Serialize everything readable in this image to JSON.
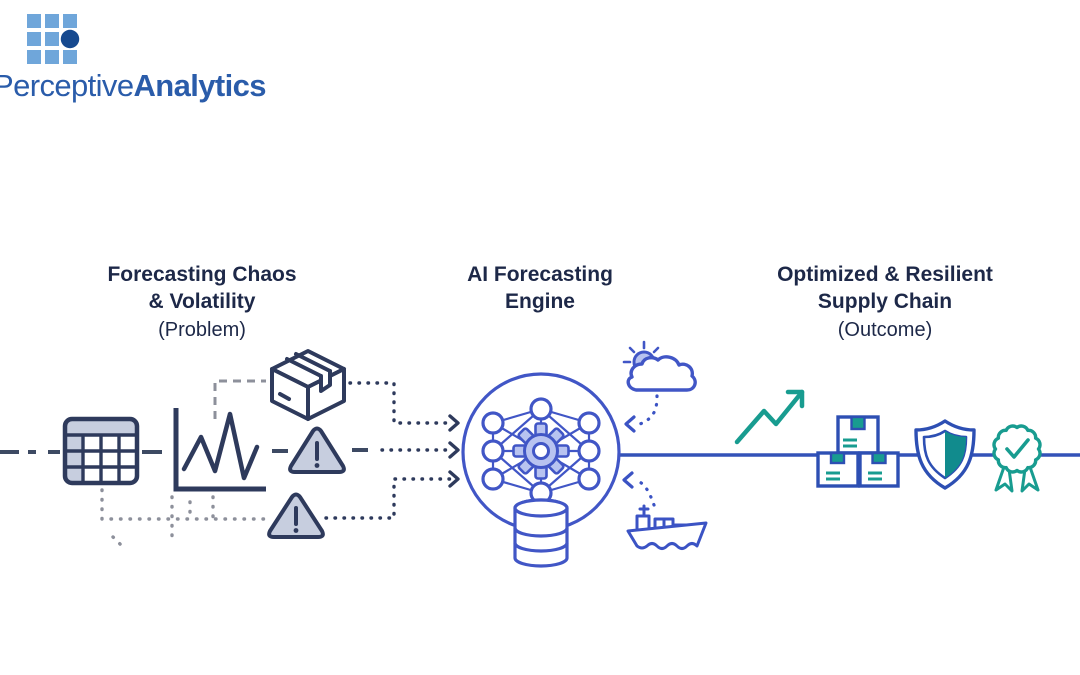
{
  "logo": {
    "brand_light": "Perceptive",
    "brand_bold": "Analytics"
  },
  "stages": {
    "problem": {
      "line1": "Forecasting Chaos",
      "line2": "& Volatility",
      "subtitle": "(Problem)"
    },
    "engine": {
      "line1": "AI Forecasting",
      "line2": "Engine"
    },
    "outcome": {
      "line1": "Optimized & Resilient",
      "line2": "Supply Chain",
      "subtitle": "(Outcome)"
    }
  },
  "icons": {
    "problem": [
      "data-table-icon",
      "volatility-line-chart-icon",
      "package-box-icon",
      "warning-triangle-icon",
      "warning-triangle-icon"
    ],
    "engine": [
      "neural-network-icon",
      "gear-icon",
      "database-icon"
    ],
    "external_inputs": [
      "sun-cloud-weather-icon",
      "cargo-ship-icon"
    ],
    "outcome": [
      "growth-trend-arrow-icon",
      "stacked-boxes-icon",
      "shield-icon",
      "award-ribbon-badge-icon"
    ]
  },
  "colors": {
    "background": "#ffffff",
    "navy_text": "#1d2848",
    "icon_outline_navy": "#2e3a5c",
    "muted_fill": "#c7cedf",
    "engine_blue": "#4156c6",
    "gear_fill": "#b8c3f0",
    "flow_line_blue": "#3352b8",
    "outcome_outline_blue": "#2d4fb3",
    "teal_accent": "#189c90",
    "shield_half_teal": "#118b8d",
    "connector_gray": "#8d909b",
    "logo_light_blue": "#6fa6da",
    "logo_dark_blue": "#16498f",
    "logo_text_blue": "#2a5caa"
  }
}
